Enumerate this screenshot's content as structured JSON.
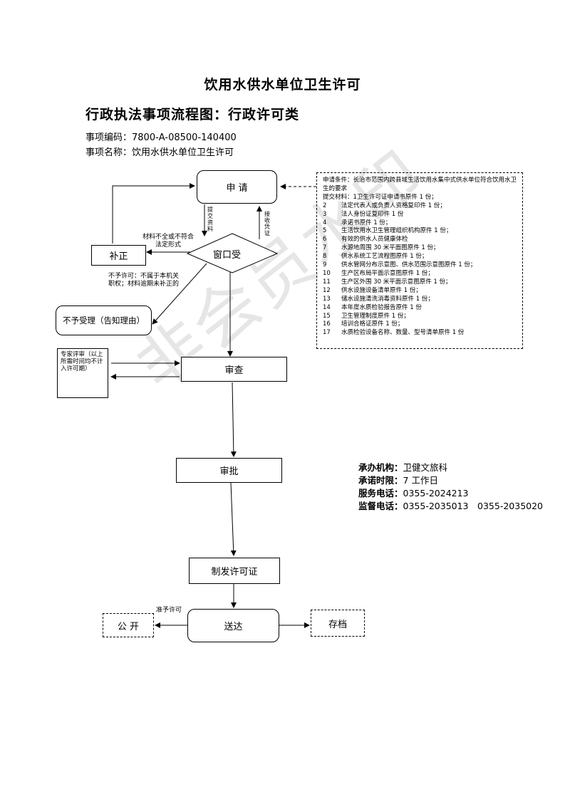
{
  "title": "饮用水供水单位卫生许可",
  "subtitle": "行政执法事项流程图：行政许可类",
  "item_code_label": "事项编码：",
  "item_code": "7800-A-08500-140400",
  "item_name_label": "事项名称：",
  "item_name": "饮用水供水单位卫生许可",
  "nodes": {
    "apply": "申 请",
    "window": "窗口受",
    "supplement": "补正",
    "reject": "不予受理（告知理由）",
    "review": "审查",
    "approve": "审批",
    "issue": "制发许可证",
    "deliver": "送达",
    "publish": "公 开",
    "archive": "存档",
    "expert": "专家评审（以上所需时间均不计入许可期）"
  },
  "edge_labels": {
    "submit": "提交资料",
    "receipt": "接收凭证",
    "incomplete": "材料不全或不符合法定形式",
    "not_accept": "不予许可：不属于本机关职权；材料逾期未补正的",
    "grant": "准予许可"
  },
  "conditions": {
    "header": "申请条件：长治市范围内跨县域生活饮用水集中式供水单位符合饮用水卫生的要求",
    "materials_intro": "提交材料：",
    "items": [
      {
        "no": "",
        "text": "1卫生许可证申请书原件 1 份；"
      },
      {
        "no": "2",
        "text": "法定代表人或负责人资格复印件 1 份；"
      },
      {
        "no": "3",
        "text": "法人身份证复印件 1 份"
      },
      {
        "no": "4",
        "text": "承诺书原件 1 份；"
      },
      {
        "no": "5",
        "text": "生活饮用水卫生管理组织机构原件 1 份；"
      },
      {
        "no": "6",
        "text": "有效的供水人员健康体检"
      },
      {
        "no": "7",
        "text": "水源地周围 30 米平面图原件 1 份；"
      },
      {
        "no": "8",
        "text": "供水系统工艺流程图原件 1 份；"
      },
      {
        "no": "9",
        "text": "供水管网分布示意图、供水范围示意图原件 1 份；"
      },
      {
        "no": "10",
        "text": "生产区布局平面示意图原件 1 份；"
      },
      {
        "no": "11",
        "text": "生产区外围 30 米平面示意图原件 1 份；"
      },
      {
        "no": "12",
        "text": "供水设施设备清单原件 1 份；"
      },
      {
        "no": "13",
        "text": "储水设施清洗消毒资料原件 1 份；"
      },
      {
        "no": "14",
        "text": "本年度水质检验报告原件 1 份"
      },
      {
        "no": "15",
        "text": "卫生管理制度原件 1 份；"
      },
      {
        "no": "16",
        "text": "培训合格证原件 1 份；"
      },
      {
        "no": "17",
        "text": "水质检验设备名称、数量、型号清单原件 1 份"
      }
    ]
  },
  "info": {
    "agency_label": "承办机构：",
    "agency": "卫健文旅科",
    "time_label": "承诺时限：",
    "time": "7 工作日",
    "service_tel_label": "服务电话：",
    "service_tel": "0355-2024213",
    "supervise_tel_label": "监督电话：",
    "supervise_tel": "0355-2035013　0355-2035020"
  },
  "watermark": "非会员水印"
}
